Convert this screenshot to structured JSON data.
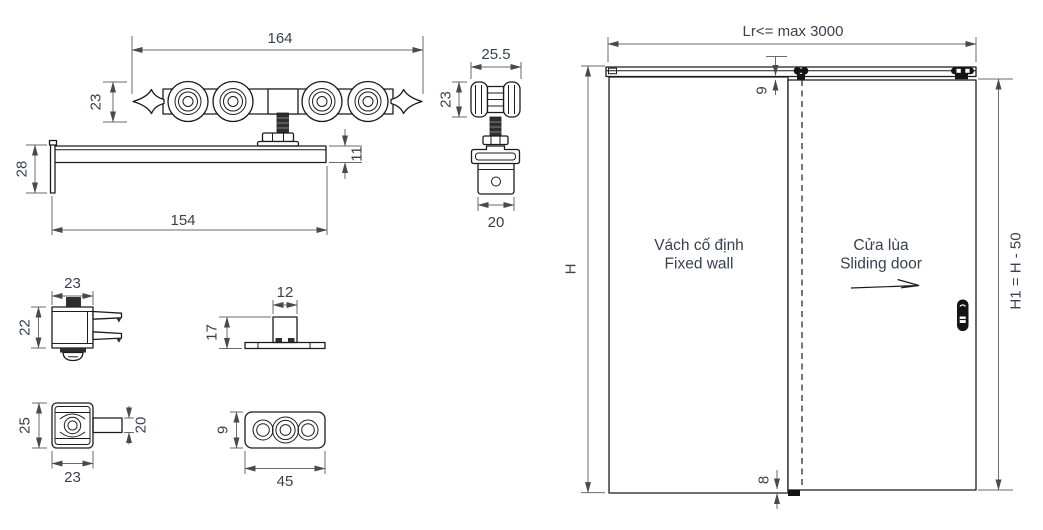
{
  "diagram": {
    "carriage_top_view": {
      "length": "164",
      "height": "23",
      "plate_drop": "28",
      "plate_length": "154",
      "plate_thickness": "11"
    },
    "roller_side_view": {
      "width": "25.5",
      "height": "23",
      "bracket_width": "20"
    },
    "latch_bracket": {
      "width": "23",
      "height": "22"
    },
    "floor_guide": {
      "post_width": "12",
      "height": "17"
    },
    "latch_end_view": {
      "height": "25",
      "width": "23",
      "tab_width": "20"
    },
    "cover_plate": {
      "height": "9",
      "width": "45"
    },
    "door_elevation": {
      "span": "Lr<= max 3000",
      "top_gap": "9",
      "bottom_gap": "8",
      "height_left": "H",
      "height_right": "H1 = H - 50",
      "wall_label_vi": "Vách cố định",
      "wall_label_en": "Fixed wall",
      "door_label_vi": "Cửa lùa",
      "door_label_en": "Sliding door"
    }
  }
}
